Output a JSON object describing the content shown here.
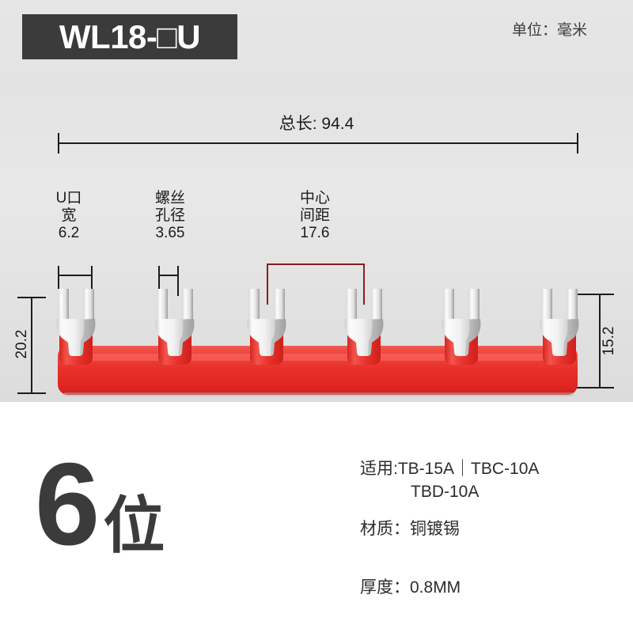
{
  "header": {
    "model_badge": "WL18-□U",
    "unit_note": "单位：毫米"
  },
  "dimensions": {
    "total_length": {
      "label": "总长: 94.4",
      "value": "94.4",
      "name": "总长"
    },
    "u_width": {
      "name_line1": "U口",
      "name_line2": "宽",
      "value": "6.2"
    },
    "screw_hole": {
      "name_line1": "螺丝",
      "name_line2": "孔径",
      "value": "3.65"
    },
    "center_spacing": {
      "name_line1": "中心",
      "name_line2": "间距",
      "value": "17.6",
      "color": "#8c1d1d"
    },
    "height_overall": {
      "value": "20.2"
    },
    "height_terminal": {
      "value": "15.2"
    }
  },
  "product": {
    "positions": 6,
    "bar_color": "#e8302a",
    "terminal_color": "#d8d8d8"
  },
  "footer": {
    "count_number": "6",
    "count_unit": "位",
    "applies_label": "适用:TB-15A｜TBC-10A",
    "applies_label_2": "TBD-10A",
    "material": "材质：铜镀锡",
    "thickness": "厚度：0.8MM"
  }
}
